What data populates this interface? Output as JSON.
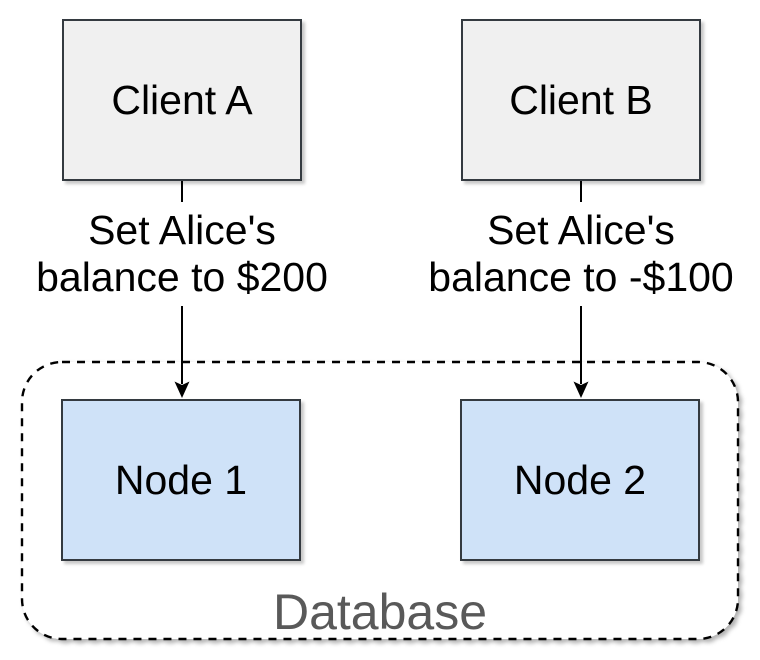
{
  "diagram": {
    "clients": [
      {
        "label": "Client A"
      },
      {
        "label": "Client B"
      }
    ],
    "edges": [
      {
        "label_lines": [
          "Set Alice's",
          "balance to $200"
        ]
      },
      {
        "label_lines": [
          "Set Alice's",
          "balance to -$100"
        ]
      }
    ],
    "database": {
      "label": "Database",
      "nodes": [
        {
          "label": "Node 1"
        },
        {
          "label": "Node 2"
        }
      ]
    },
    "colors": {
      "background": "#ffffff",
      "client_fill": "#f0f0f0",
      "client_border": "#343a40",
      "node_fill": "#cfe2f8",
      "node_border": "#343a40",
      "arrow": "#000000",
      "container_border": "#000000",
      "database_label": "#595959",
      "edge_label": "#000000"
    }
  }
}
